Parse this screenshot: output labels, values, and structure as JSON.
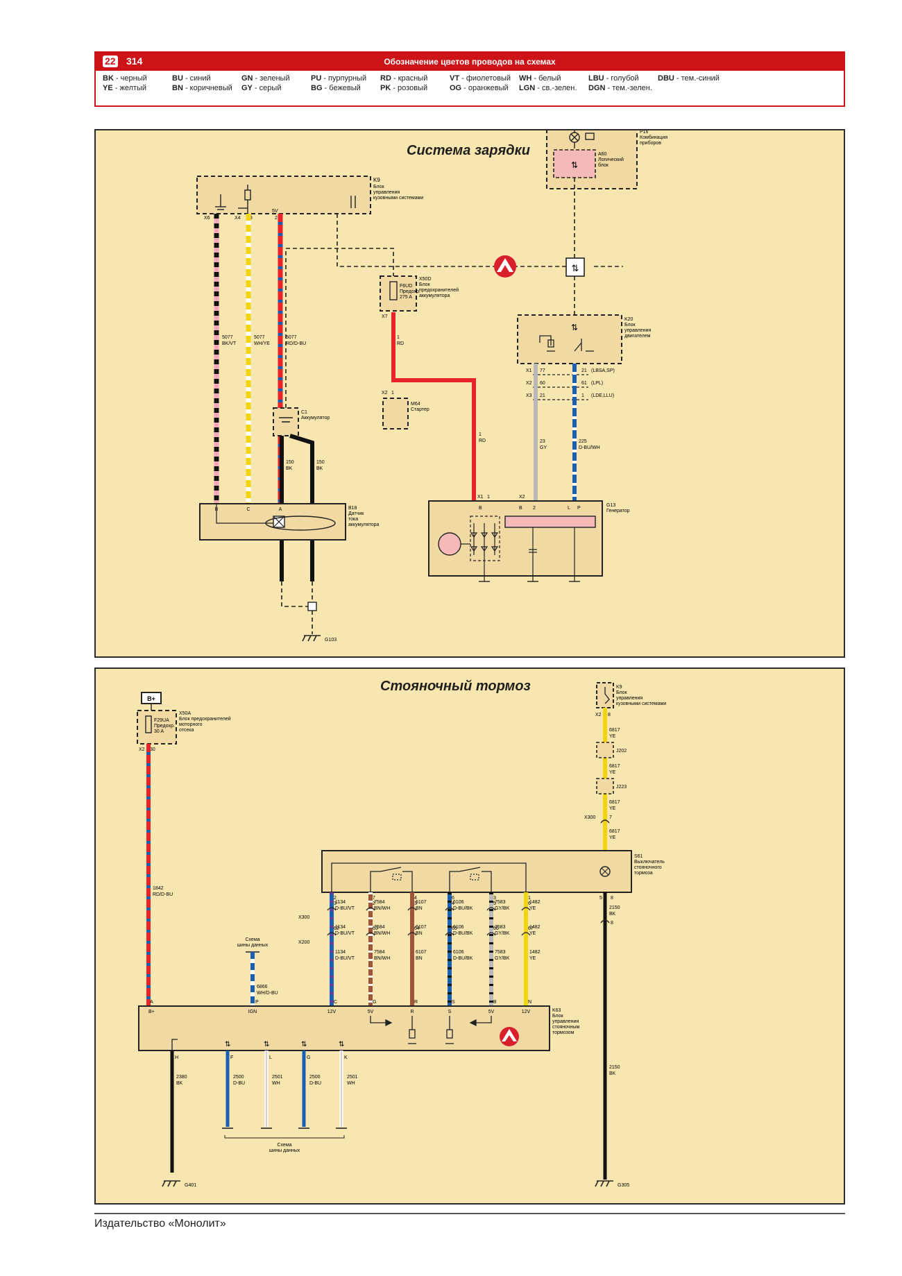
{
  "header": {
    "chapter": "22",
    "page": "314",
    "title": "Обозначение цветов проводов на схемах",
    "legend": [
      {
        "code": "BK",
        "name": "черный"
      },
      {
        "code": "YE",
        "name": "желтый"
      },
      {
        "code": "BU",
        "name": "синий"
      },
      {
        "code": "BN",
        "name": "коричневый"
      },
      {
        "code": "GN",
        "name": "зеленый"
      },
      {
        "code": "GY",
        "name": "серый"
      },
      {
        "code": "PU",
        "name": "пурпурный"
      },
      {
        "code": "BG",
        "name": "бежевый"
      },
      {
        "code": "RD",
        "name": "красный"
      },
      {
        "code": "PK",
        "name": "розовый"
      },
      {
        "code": "VT",
        "name": "фиолетовый"
      },
      {
        "code": "OG",
        "name": "оранжевый"
      },
      {
        "code": "WH",
        "name": "белый"
      },
      {
        "code": "LGN",
        "name": "св.-зелен."
      },
      {
        "code": "LBU",
        "name": "голубой"
      },
      {
        "code": "DGN",
        "name": "тем.-зелен."
      },
      {
        "code": "DBU",
        "name": "тем.-синий"
      }
    ]
  },
  "colors": {
    "red": "#e8232a",
    "yellow": "#f2d40b",
    "blue": "#1b5fb4",
    "black": "#111111",
    "gray": "#b9b9b9",
    "brown": "#a0553a",
    "violet": "#6a3b9a",
    "pink": "#f4a8b8",
    "panel": "#f8e6b0",
    "module": "#f1d9a4",
    "accent": "#cc1418"
  },
  "charging": {
    "title": "Система зарядки",
    "k9": {
      "id": "K9",
      "desc": [
        "Блок",
        "управления",
        "кузовными системами"
      ],
      "pins": [
        "X6",
        "6",
        "X4",
        "18",
        "5V",
        "21"
      ]
    },
    "p16": {
      "id": "P16",
      "desc": [
        "Комбинация",
        "приборов"
      ]
    },
    "a60": {
      "id": "A60",
      "desc": [
        "Логический",
        "блок"
      ]
    },
    "x50d": {
      "id": "X50D",
      "desc": [
        "Блок",
        "предохранителей",
        "аккумулятора"
      ],
      "fuse": "F6UD",
      "fuse_desc": "Предохр.",
      "rating": "275 A",
      "pin": "X7",
      "pin_num": "1"
    },
    "k20": {
      "id": "K20",
      "desc": [
        "Блок",
        "управления",
        "двигателем"
      ],
      "rows": [
        "X1",
        "77",
        "21",
        "(LBSA,SP)",
        "X2",
        "60",
        "61",
        "(LPL)",
        "X3",
        "21",
        "1",
        "(LDE,LLU)"
      ]
    },
    "c1": {
      "id": "C1",
      "desc": "Аккумулятор"
    },
    "m64": {
      "id": "M64",
      "desc": "Стартер",
      "pin": "X2",
      "pin_num": "1"
    },
    "b18": {
      "id": "B18",
      "desc": [
        "Датчик",
        "тока",
        "аккумулятора"
      ],
      "pins": [
        "B",
        "C",
        "A"
      ]
    },
    "g13": {
      "id": "G13",
      "desc": "Генератор",
      "pins": [
        "X1",
        "1",
        "B",
        "B",
        "X2",
        "2",
        "L",
        "P"
      ]
    },
    "g103": "G103",
    "wires": {
      "w1": [
        "5077",
        "BK/VT"
      ],
      "w2": [
        "5077",
        "WH/YE"
      ],
      "w3": [
        "5077",
        "RD/D-BU"
      ],
      "w4": [
        "150",
        "BK"
      ],
      "w5": [
        "150",
        "BK"
      ],
      "w6": [
        "1",
        "RD"
      ],
      "w7": [
        "1",
        "RD"
      ],
      "w8": [
        "23",
        "GY"
      ],
      "w9": [
        "225",
        "D-BU/WH"
      ]
    }
  },
  "parking": {
    "title": "Стояночный тормоз",
    "bplus": "B+",
    "x50a": {
      "id": "X50A",
      "desc": [
        "Блок предохранителей",
        "моторного",
        "отсека"
      ],
      "fuse": "F29UA",
      "fuse_desc": "Предохр.",
      "rating": "30 A",
      "pin": "X2",
      "pin_num": "30"
    },
    "k9": {
      "id": "K9",
      "desc": [
        "Блок",
        "управления",
        "кузовными системами"
      ],
      "pin": "X2",
      "pin_num": "8"
    },
    "j202": "J202",
    "j223": "J223",
    "x300": {
      "id": "X300",
      "num": "7"
    },
    "s61": {
      "id": "S61",
      "desc": [
        "Выключатель",
        "стояночного",
        "тормоза"
      ]
    },
    "k63": {
      "id": "K63",
      "desc": [
        "Блок",
        "управления",
        "стояночным",
        "тормозом"
      ]
    },
    "data_bus_top": [
      "Схема",
      "шины данных"
    ],
    "data_bus_bottom": [
      "Схема",
      "шины данных"
    ],
    "g401": "G401",
    "g305": "G305",
    "conn_x300": "X300",
    "conn_x200": "X200",
    "yellow_wire": {
      "seg": [
        "6817",
        "YE"
      ]
    },
    "bplus_wire": [
      "1842",
      "RD/D-BU"
    ],
    "ign_wire": [
      "6866",
      "WH/D-BU"
    ],
    "ground_wire": [
      "2150",
      "BK"
    ],
    "h_wire": [
      "2380",
      "BK"
    ],
    "bus_wires": [
      [
        "2500",
        "D-BU"
      ],
      [
        "2501",
        "WH"
      ],
      [
        "2500",
        "D-BU"
      ],
      [
        "2501",
        "WH"
      ]
    ],
    "bus_pins": [
      "F",
      "L",
      "G",
      "K"
    ],
    "k63_pins": [
      "B+",
      "IGN",
      "12V",
      "5V",
      "R",
      "S",
      "5V",
      "12V",
      "H"
    ],
    "module_pins": [
      "A",
      "P",
      "C",
      "G",
      "R",
      "S",
      "B",
      "N"
    ],
    "switch_wires": [
      {
        "top": "2",
        "num": "1134",
        "color": "D-BU/VT",
        "x300": "3",
        "x200": "62",
        "pin": "C"
      },
      {
        "top": "7",
        "num": "7584",
        "color": "BN/WH",
        "x300": "2",
        "x200": "63",
        "pin": "G"
      },
      {
        "top": "4",
        "num": "6107",
        "color": "BN",
        "x300": "3",
        "x200": "64",
        "pin": "R"
      },
      {
        "top": "6",
        "num": "6106",
        "color": "D-BU/BK",
        "x300": "4",
        "x200": "65",
        "pin": "S"
      },
      {
        "top": "3",
        "num": "7583",
        "color": "GY/BK",
        "x300": "5",
        "x200": "66",
        "pin": "B"
      },
      {
        "top": "1",
        "num": "1482",
        "color": "YE",
        "x300": "6",
        "x200": "67",
        "pin": "N"
      }
    ],
    "s61_pins": [
      "5",
      "8"
    ],
    "gnd_x300": "8"
  },
  "footer": "Издательство «Монолит»"
}
